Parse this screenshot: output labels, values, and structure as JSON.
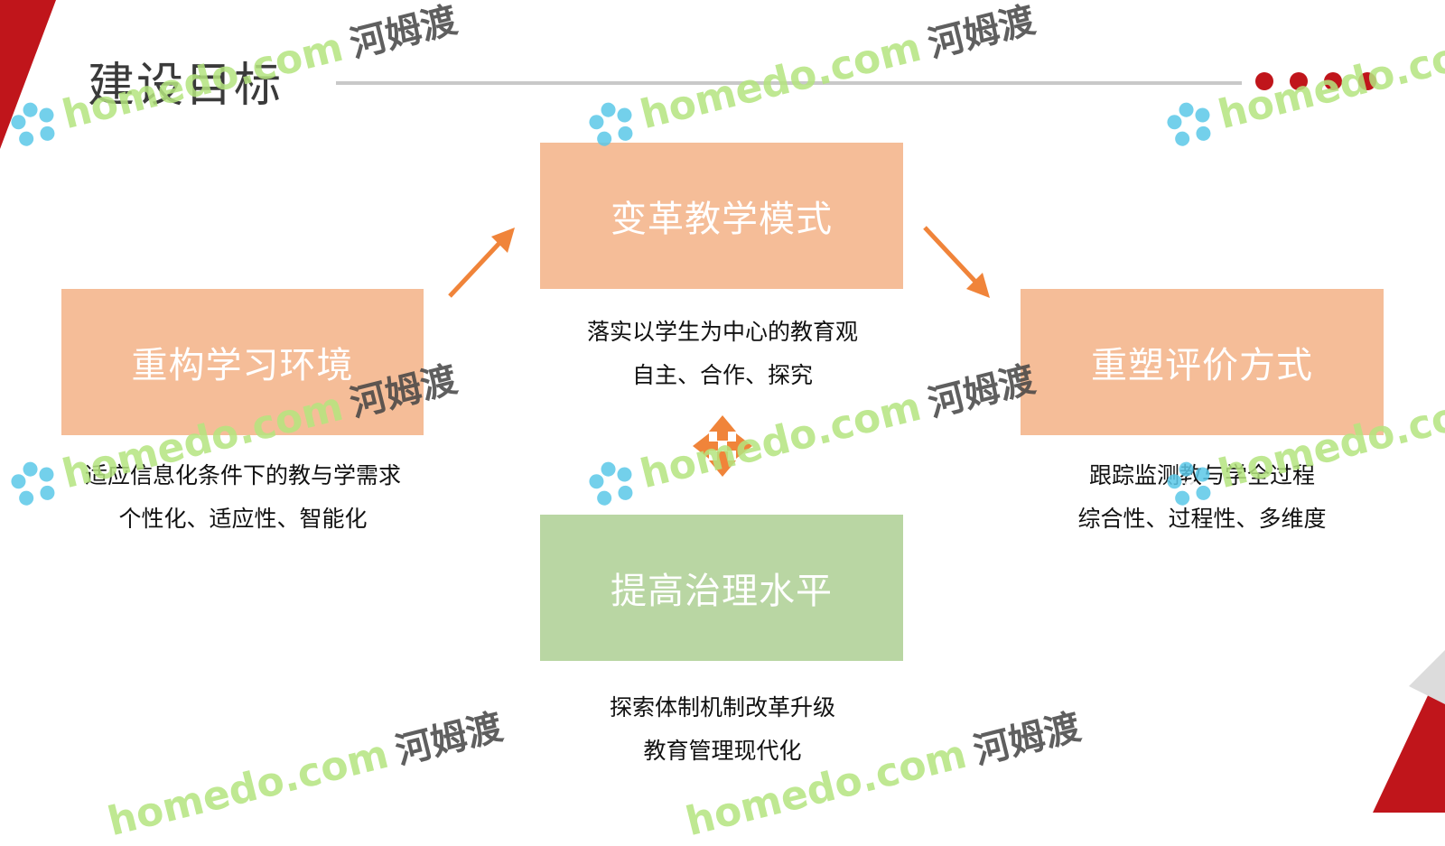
{
  "slide": {
    "title": "建设目标",
    "accent_color": "#c0151b",
    "box_orange_color": "#f5bd98",
    "box_green_color": "#b9d6a3",
    "arrow_color": "#f0843a"
  },
  "diagram": {
    "top": {
      "label": "变革教学模式",
      "lines": [
        "落实以学生为中心的教育观",
        "自主、合作、探究"
      ]
    },
    "left": {
      "label": "重构学习环境",
      "lines": [
        "适应信息化条件下的教与学需求",
        "个性化、适应性、智能化"
      ]
    },
    "right": {
      "label": "重塑评价方式",
      "lines": [
        "跟踪监测教与学全过程",
        "综合性、过程性、多维度"
      ]
    },
    "bottom": {
      "label": "提高治理水平",
      "lines": [
        "探索体制机制改革升级",
        "教育管理现代化"
      ]
    }
  },
  "watermark": {
    "text_en": "homedo.com",
    "text_cn": "河姆渡",
    "icon": "flower-logo-icon"
  }
}
